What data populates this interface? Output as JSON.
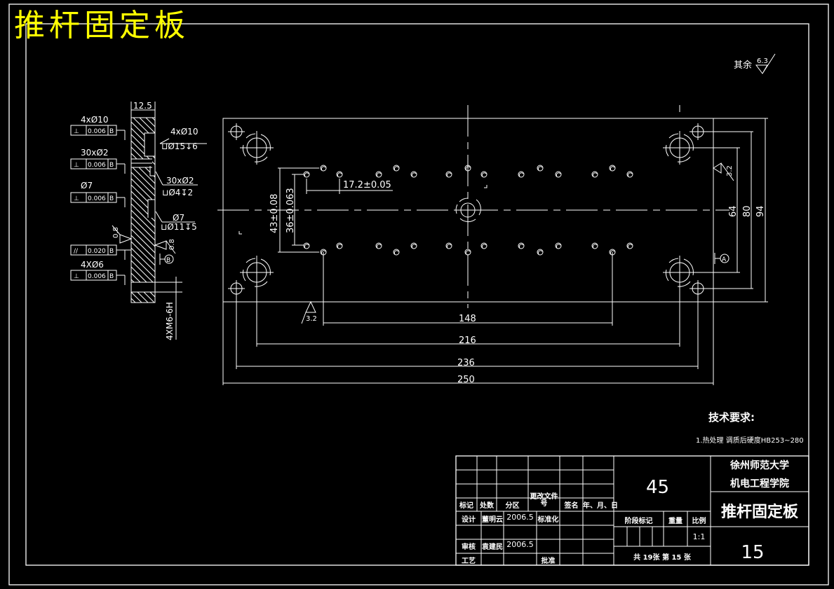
{
  "drawing": {
    "title": "推杆固定板",
    "surface_note_label": "其余",
    "surface_note_value": "6.3",
    "tech_requirements": {
      "heading": "技术要求:",
      "items": [
        "1.热处理 调质后硬度HB253~280"
      ]
    }
  },
  "section_view": {
    "thickness": "12.5",
    "callouts": [
      {
        "label": "4xØ10",
        "tol_symbol": "⊥",
        "tol_value": "0.006",
        "datum": "B"
      },
      {
        "label": "30xØ2",
        "tol_symbol": "⊥",
        "tol_value": "0.006",
        "datum": "B"
      },
      {
        "label": "Ø7",
        "tol_symbol": "⊥",
        "tol_value": "0.006",
        "datum": "B"
      },
      {
        "label": "",
        "tol_symbol": "//",
        "tol_value": "0.020",
        "datum": "B"
      },
      {
        "label": "4XØ6",
        "tol_symbol": "⊥",
        "tol_value": "0.006",
        "datum": "B"
      }
    ],
    "hole_notes": [
      {
        "line1": "4xØ10",
        "line2": "⊔Ø15↧6"
      },
      {
        "line1": "30xØ2",
        "line2": "⊔Ø4↧2"
      },
      {
        "line1": "Ø7",
        "line2": "⊔Ø11↧5"
      }
    ],
    "roughness_left": "0.8",
    "roughness_right": "0.8",
    "datum_label": "B",
    "thread_note": "4XM6-6H"
  },
  "plan_view": {
    "dims_vertical_left": [
      "43±0.08",
      "36±0.063"
    ],
    "dim_pitch": "17.2±0.05",
    "dims_vertical_right": [
      "64",
      "80",
      "94"
    ],
    "dims_horizontal": [
      "148",
      "216",
      "236",
      "250"
    ],
    "roughness_right": "3.2",
    "roughness_bottom": "3.2",
    "datum_label": "A"
  },
  "title_block": {
    "material": "45",
    "school_line1": "徐州师范大学",
    "school_line2": "机电工程学院",
    "part_name": "推杆固定板",
    "drawing_number": "15",
    "headers": [
      "标记",
      "处数",
      "分区",
      "更改文件号",
      "签名",
      "年、月、日"
    ],
    "rows": [
      {
        "role": "设计",
        "name": "董明云",
        "date": "2006.5",
        "extra": "标准化"
      },
      {
        "role": "审核",
        "name": "袁建民",
        "date": "2006.5",
        "extra": ""
      },
      {
        "role": "工艺",
        "name": "",
        "date": "",
        "extra": "批准"
      }
    ],
    "stage_label": "阶段标记",
    "weight_label": "重量",
    "scale_label": "比例",
    "scale_value": "1:1",
    "sheet_info": "共 19张  第 15 张"
  }
}
